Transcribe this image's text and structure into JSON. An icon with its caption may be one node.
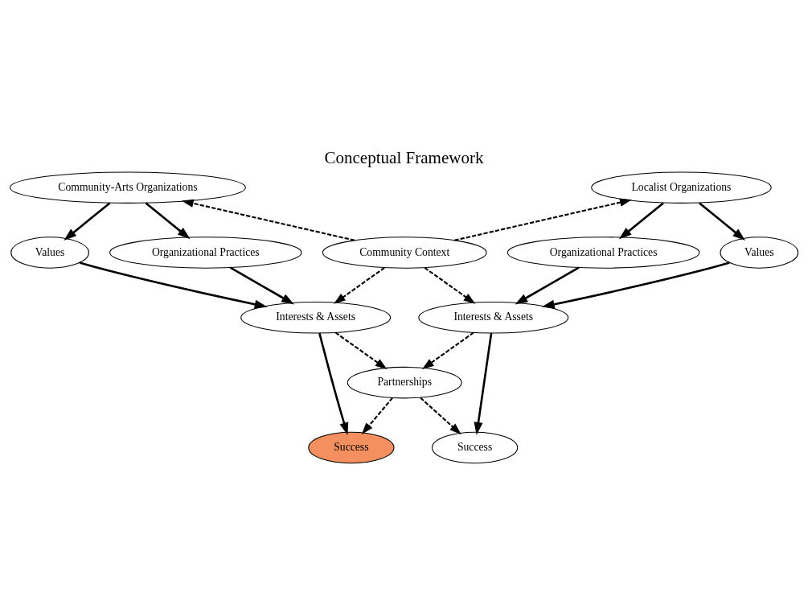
{
  "diagram": {
    "title": "Conceptual Framework",
    "nodes": [
      {
        "text": [
          "Community-Arts Organizations"
        ]
      },
      {
        "text": [
          "Values"
        ]
      },
      {
        "text": [
          "Organizational Practices"
        ]
      },
      {
        "text": [
          "Community Context"
        ]
      },
      {
        "text": [
          "Localist Organizations"
        ]
      },
      {
        "text": [
          "Organizational Practices"
        ]
      },
      {
        "text": [
          "Values"
        ]
      },
      {
        "text": [
          "Interests & Assets"
        ]
      },
      {
        "text": [
          "Partnerships"
        ]
      },
      {
        "text": [
          "Interests & Assets"
        ]
      },
      {
        "text": [
          "Success"
        ]
      },
      {
        "text": [
          "Success"
        ]
      }
    ],
    "edges": [
      {
        "from": 3,
        "to": 0,
        "arrow": "to",
        "style": "dashed"
      },
      {
        "from": 3,
        "to": 4,
        "arrow": "to",
        "style": "dashed"
      },
      {
        "from": 0,
        "to": 1,
        "arrow": "to"
      },
      {
        "from": 0,
        "to": 2,
        "arrow": "to"
      },
      {
        "from": 4,
        "to": 5,
        "arrow": "to"
      },
      {
        "from": 4,
        "to": 6,
        "arrow": "to"
      },
      {
        "from": 1,
        "to": 7,
        "arrow": "to"
      },
      {
        "from": 2,
        "to": 7,
        "arrow": "to"
      },
      {
        "from": 5,
        "to": 9,
        "arrow": "to"
      },
      {
        "from": 6,
        "to": 9,
        "arrow": "to"
      },
      {
        "from": 3,
        "to": 7,
        "arrow": "to",
        "style": "dashed"
      },
      {
        "from": 3,
        "to": 9,
        "arrow": "to",
        "style": "dashed"
      },
      {
        "from": 7,
        "to": 8,
        "arrow": "to",
        "style": "dashed"
      },
      {
        "from": 9,
        "to": 8,
        "arrow": "to",
        "style": "dashed"
      },
      {
        "from": 7,
        "to": 10,
        "arrow": "to"
      },
      {
        "from": 9,
        "to": 11,
        "arrow": "to"
      },
      {
        "from": 8,
        "to": 10,
        "arrow": "to",
        "style": "dashed"
      },
      {
        "from": 8,
        "to": 11,
        "arrow": "to",
        "style": "dashed"
      }
    ]
  }
}
